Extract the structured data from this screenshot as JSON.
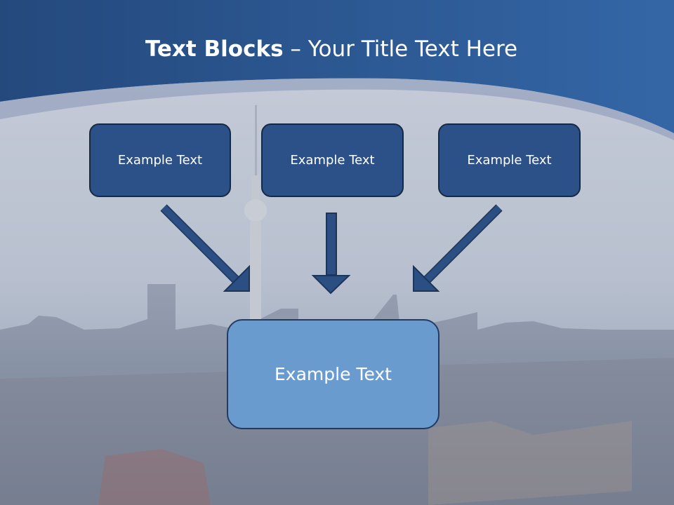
{
  "slide": {
    "title_bold": "Text Blocks",
    "title_rest": " – Your Title Text Here",
    "blocks": [
      {
        "label": "Example Text"
      },
      {
        "label": "Example Text"
      },
      {
        "label": "Example Text"
      }
    ],
    "main_block": {
      "label": "Example Text"
    }
  },
  "colors": {
    "header_blue": "#2c5a94",
    "block_fill": "#2c5189",
    "main_block_fill": "#6a9bcf",
    "arrow_fill": "#2b4f82"
  }
}
